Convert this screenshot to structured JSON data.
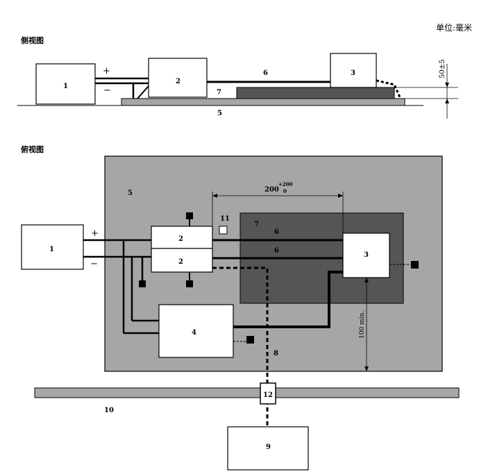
{
  "unit_note": "单位:毫米",
  "side_view": {
    "title": "侧视图",
    "plus": "+",
    "minus": "−",
    "labels": {
      "eut_1": "1",
      "box_2": "2",
      "box_3": "3",
      "cable_6": "6",
      "support_7": "7",
      "plane_5": "5"
    },
    "height_dim": "50±5"
  },
  "top_view": {
    "title": "俯视图",
    "plus": "+",
    "minus": "−",
    "labels": {
      "eut_1": "1",
      "box_2a": "2",
      "box_2b": "2",
      "box_3": "3",
      "box_4": "4",
      "plane_5": "5",
      "cable_6a": "6",
      "cable_6b": "6",
      "support_7": "7",
      "line_8": "8",
      "box_9": "9",
      "wall_10": "10",
      "item_11": "11",
      "item_12": "12"
    },
    "length_dim_base": "200",
    "length_dim_upper": "+200",
    "length_dim_lower": "0",
    "min_dim": "100 min."
  }
}
